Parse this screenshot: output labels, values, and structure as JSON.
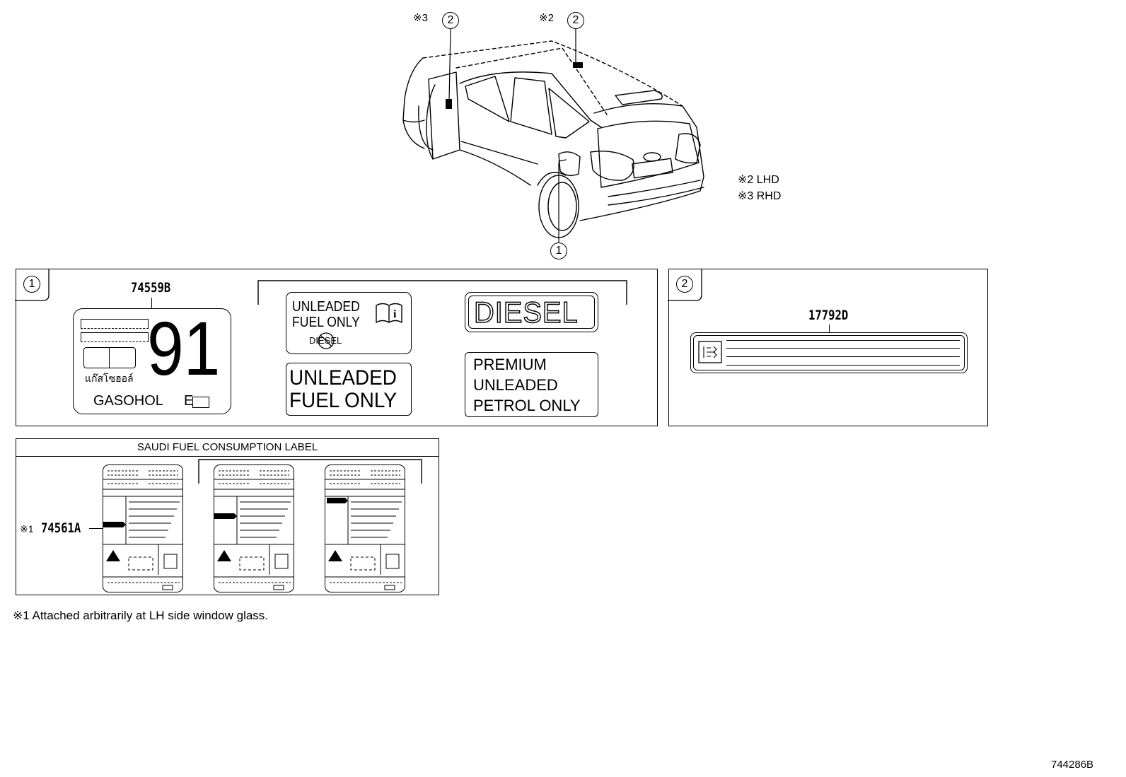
{
  "callouts": {
    "top_ref3_mark": "※3",
    "top_ref3_num": "2",
    "top_ref2_mark": "※2",
    "top_ref2_num": "2",
    "car_ref_num": "1"
  },
  "legend": {
    "lhd": "※2 LHD",
    "rhd": "※3 RHD"
  },
  "panel1": {
    "index": "1",
    "part_number": "74559B",
    "gasohol": {
      "octane": "91",
      "thai_text": "แก๊สโซฮอล์",
      "name": "GASOHOL",
      "e_mark": "E"
    },
    "unleaded_small": {
      "line1": "UNLEADED",
      "line2": "FUEL ONLY",
      "struck": "DIESEL"
    },
    "diesel": "DIESEL",
    "unleaded_large": {
      "line1": "UNLEADED",
      "line2": "FUEL ONLY"
    },
    "premium": {
      "line1": "PREMIUM",
      "line2": "UNLEADED",
      "line3": "PETROL ONLY"
    }
  },
  "panel2": {
    "index": "2",
    "part_number": "17792D"
  },
  "panel3": {
    "title": "SAUDI FUEL CONSUMPTION LABEL",
    "mark": "※1",
    "part_number": "74561A"
  },
  "footnote": "※1  Attached arbitrarily at LH side window glass.",
  "figure_id": "744286B",
  "icons": [
    "book-info-icon",
    "no-diesel-icon",
    "climate-control-icon",
    "warning-triangle-icon",
    "fuel-pump-icon"
  ]
}
